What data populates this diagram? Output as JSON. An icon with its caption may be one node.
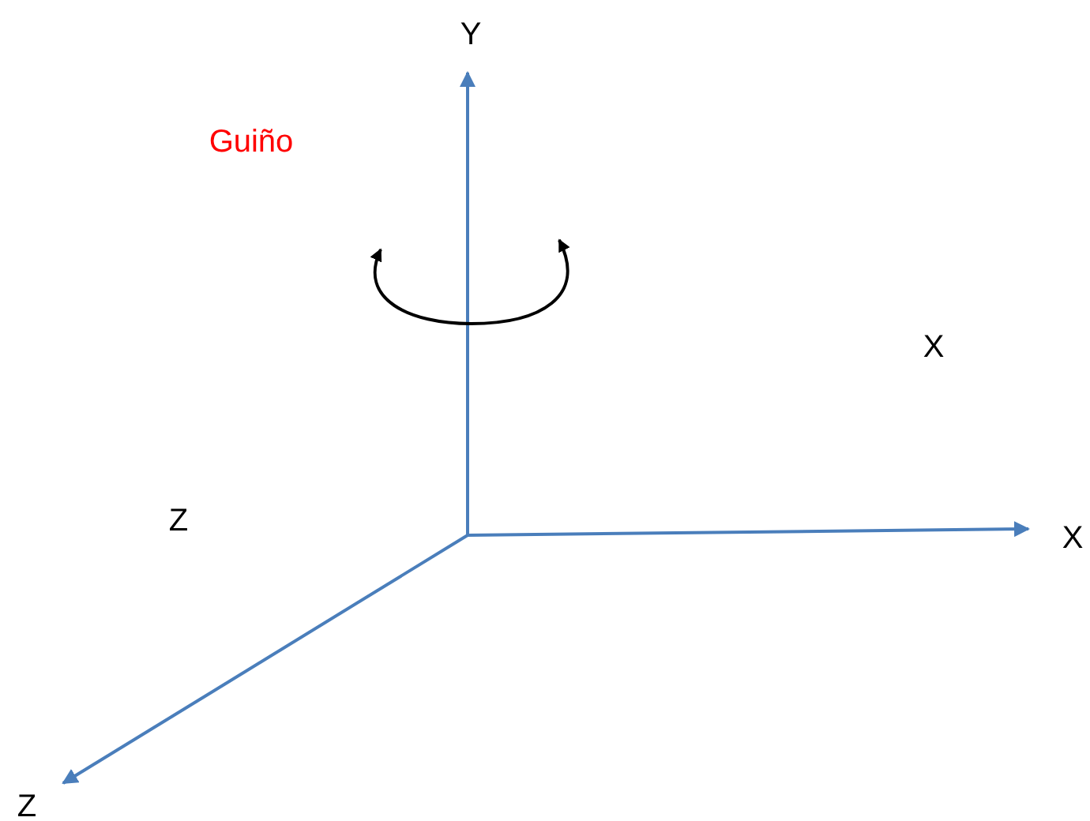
{
  "diagram": {
    "labels": [
      "Y",
      "Guiño",
      "X",
      "Z",
      "X",
      "Z"
    ]
  }
}
